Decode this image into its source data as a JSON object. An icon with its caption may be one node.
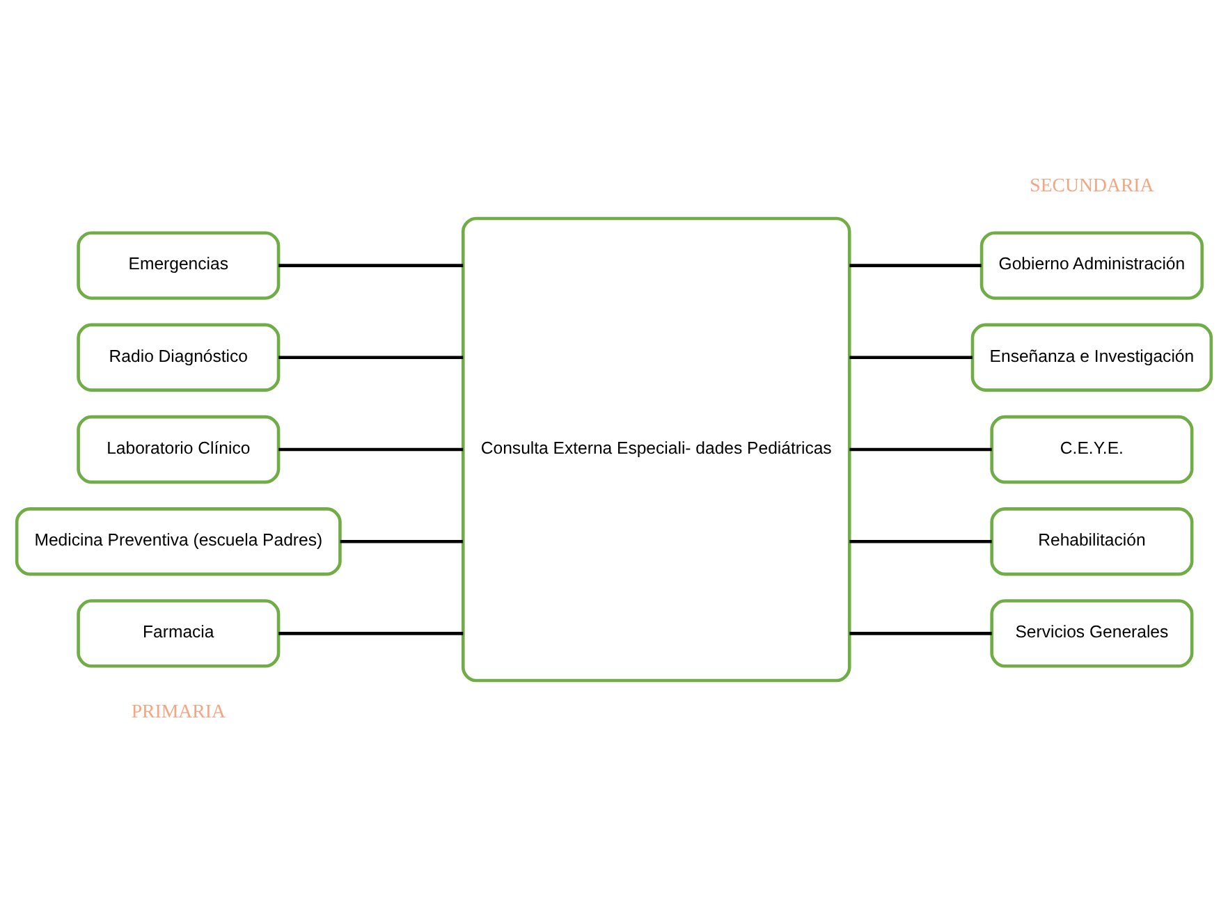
{
  "diagram": {
    "nodes": [
      {
        "text": [
          "Emergencias"
        ]
      },
      {
        "text": [
          "Radio Diagnóstico"
        ]
      },
      {
        "text": [
          "Laboratorio Clínico"
        ]
      },
      {
        "text": [
          "Medicina Preventiva (escuela Padres)"
        ]
      },
      {
        "text": [
          "Farmacia"
        ]
      },
      {
        "text": [
          "Consulta Externa Especiali- dades Pediátricas"
        ]
      },
      {
        "text": [
          "Gobierno Administración"
        ]
      },
      {
        "text": [
          "Enseñanza e Investigación"
        ]
      },
      {
        "text": [
          "C.E.Y.E."
        ]
      },
      {
        "text": [
          "Rehabilitación"
        ]
      },
      {
        "text": [
          "Servicios Generales"
        ]
      }
    ],
    "edges": [
      {
        "from": 0,
        "to": 5,
        "arrow": "none"
      },
      {
        "from": 1,
        "to": 5,
        "arrow": "none"
      },
      {
        "from": 2,
        "to": 5,
        "arrow": "none"
      },
      {
        "from": 3,
        "to": 5,
        "arrow": "none"
      },
      {
        "from": 4,
        "to": 5,
        "arrow": "none"
      },
      {
        "from": 5,
        "to": 6,
        "arrow": "none"
      },
      {
        "from": 5,
        "to": 7,
        "arrow": "none"
      },
      {
        "from": 5,
        "to": 8,
        "arrow": "none"
      },
      {
        "from": 5,
        "to": 9,
        "arrow": "none"
      },
      {
        "from": 5,
        "to": 10,
        "arrow": "none"
      }
    ],
    "labels": [
      "PRIMARIA",
      "SECUNDARIA"
    ]
  }
}
